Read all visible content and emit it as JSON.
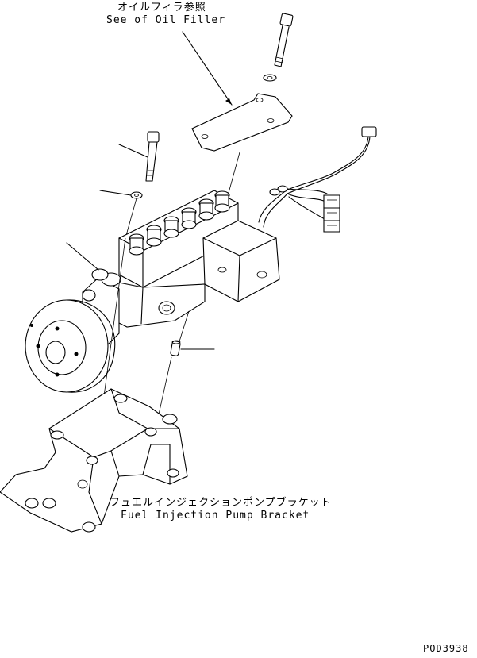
{
  "labels": {
    "oil_filler_jp": "オイルフィラ参照",
    "oil_filler_en": "See of Oil Filler",
    "pump_bracket_jp": "フュエルインジェクションポンプブラケット",
    "pump_bracket_en": "Fuel Injection Pump Bracket",
    "drawing_code": "POD3938"
  },
  "colors": {
    "ink": "#000000",
    "paper": "#ffffff"
  }
}
